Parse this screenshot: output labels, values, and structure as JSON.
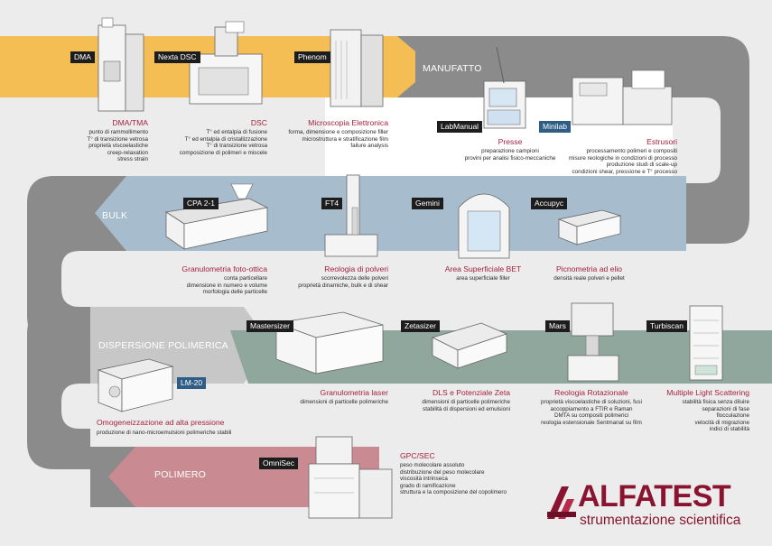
{
  "colors": {
    "manufatto": "#f5be55",
    "bulk": "#a7bccc",
    "dispersione": "#8fa79d",
    "polimero": "#c98b91",
    "path": "#8b8b8b",
    "accent": "#a8213f",
    "tag": "#1d1d1d"
  },
  "bands": {
    "manufatto": "MANUFATTO",
    "bulk": "BULK",
    "dispersione": "DISPERSIONE POLIMERICA",
    "polimero": "POLIMERO"
  },
  "instruments": {
    "dma": {
      "tag": "DMA",
      "title": "DMA/TMA",
      "lines": [
        "punto di rammollimento",
        "T° di transizione vetrosa",
        "proprietà viscoelastiche",
        "creep-relaxation",
        "stress strain"
      ],
      "icon": "dma-analyzer-icon"
    },
    "dsc": {
      "tag": "Nexta DSC",
      "title": "DSC",
      "lines": [
        "T°  ed entalpia di fusione",
        "T°  ed entalpia di cristallizzazione",
        "T° di transizione vetrosa",
        "composizione di polimeri e miscele"
      ],
      "icon": "dsc-analyzer-icon"
    },
    "phenom": {
      "tag": "Phenom",
      "title": "Microscopia Elettronica",
      "lines": [
        "forma, dimensione e composizione filler",
        "microstruttura e stratificazione film",
        "failure analysis"
      ],
      "icon": "electron-microscope-icon"
    },
    "presse": {
      "tag": "LabManual",
      "title": "Presse",
      "lines": [
        "preparazione campioni",
        "provini per analisi fisico-meccaniche"
      ],
      "icon": "lab-press-icon"
    },
    "estrusori": {
      "tag": "Minilab",
      "title": "Estrusori",
      "lines": [
        "processamento polimeri e compositi",
        "misure reologiche in condizioni di processo",
        "produzione studi di scale-up",
        "condizioni shear, pressione e T° processo"
      ],
      "icon": "extruder-icon"
    },
    "cpa": {
      "tag": "CPA 2-1",
      "title": "Granulometria foto-ottica",
      "lines": [
        "conta particellare",
        "dimensione in numero e volume",
        "morfologia delle particelle"
      ],
      "icon": "particle-analyzer-icon"
    },
    "ft4": {
      "tag": "FT4",
      "title": "Reologia di polveri",
      "lines": [
        "scorrevolezza delle polveri",
        "proprietà dinamiche, bulk e di shear"
      ],
      "icon": "powder-rheometer-icon"
    },
    "gemini": {
      "tag": "Gemini",
      "title": "Area Superficiale BET",
      "lines": [
        "area superficiale filler"
      ],
      "icon": "bet-analyzer-icon"
    },
    "accupyc": {
      "tag": "Accupyc",
      "title": "Picnometria ad elio",
      "lines": [
        "densità reale polveri e pellet"
      ],
      "icon": "pycnometer-icon"
    },
    "mastersizer": {
      "tag": "Mastersizer",
      "title": "Granulometria laser",
      "lines": [
        "dimensioni di particelle polimeriche"
      ],
      "icon": "laser-diffraction-icon"
    },
    "zetasizer": {
      "tag": "Zetasizer",
      "title": "DLS e Potenziale Zeta",
      "lines": [
        "dimensioni di particelle polimeriche",
        "stabilità di dispersioni ed emulsioni"
      ],
      "icon": "dls-analyzer-icon"
    },
    "mars": {
      "tag": "Mars",
      "title": "Reologia Rotazionale",
      "lines": [
        "proprietà viscoelastiche di soluzioni, fusi",
        "accoppiamento a FTIR e Raman",
        "DMTA su compositi polimerici",
        "reologia estensionale Sentmanat su film"
      ],
      "icon": "rotational-rheometer-icon"
    },
    "turbiscan": {
      "tag": "Turbiscan",
      "title": "Multiple Light Scattering",
      "lines": [
        "stabilità fisica senza diluire",
        "separazioni di fase",
        "flocculazione",
        "velocità di migrazione",
        "indici di stabilità"
      ],
      "icon": "stability-analyzer-icon"
    },
    "lm20": {
      "tag": "LM-20",
      "title": "Omogeneizzazione ad alta pressione",
      "lines": [
        "produzione di nano-microemulsioni polimeriche stabili"
      ],
      "icon": "homogenizer-icon"
    },
    "omnisec": {
      "tag": "OmniSec",
      "title": "GPC/SEC",
      "lines": [
        "peso molecolare assoluto",
        "distribuzione del peso molecolare",
        "viscosità intrinseca",
        "grado di ramificazione",
        "struttura e la composizione del copolimero"
      ],
      "icon": "gpc-system-icon"
    }
  },
  "logo": {
    "name": "ALFATEST",
    "tagline": "strumentazione scientifica",
    "icon": "alfatest-logo-icon"
  }
}
